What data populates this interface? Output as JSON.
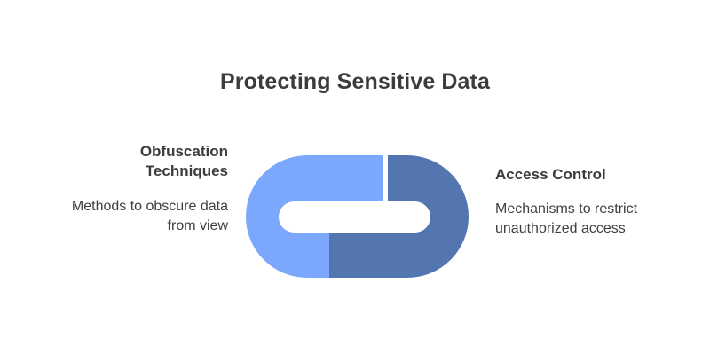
{
  "page": {
    "title": "Protecting Sensitive Data",
    "background_color": "#ffffff",
    "title_color": "#3c3c3c",
    "body_text_color": "#3f3f3f"
  },
  "diagram": {
    "type": "interlocking-chain-link",
    "shape_name": "two-interlocking-rounded-links",
    "left_segment": {
      "color": "#7ba8fc",
      "semantic_name": "obfuscation-techniques-link"
    },
    "right_segment": {
      "color": "#5375b0",
      "semantic_name": "access-control-link"
    },
    "center_hole_color": "#ffffff"
  },
  "left_label": {
    "heading": "Obfuscation Techniques",
    "body": "Methods to obscure data from view",
    "align": "right"
  },
  "right_label": {
    "heading": "Access Control",
    "body": "Mechanisms to restrict unauthorized access",
    "align": "left"
  }
}
